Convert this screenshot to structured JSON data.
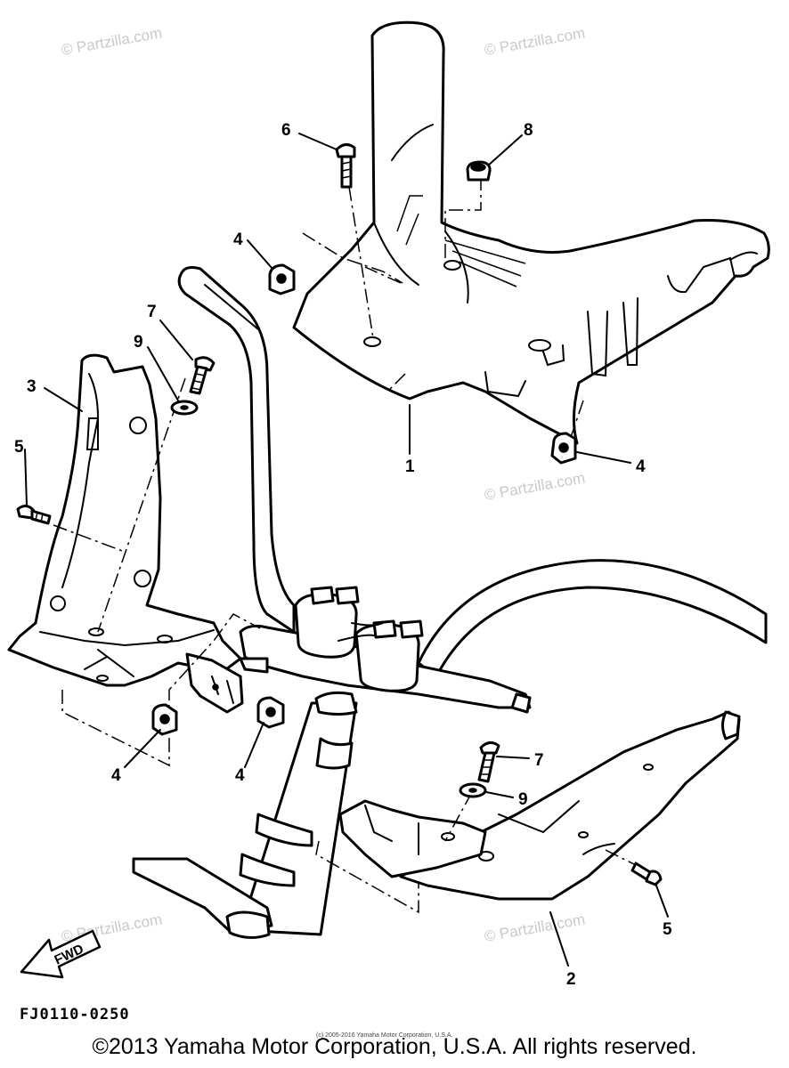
{
  "watermark": "© Partzilla.com",
  "callouts": [
    "6",
    "8",
    "4",
    "7",
    "9",
    "3",
    "5",
    "1",
    "4",
    "4",
    "4",
    "7",
    "9",
    "5",
    "2"
  ],
  "fwd_label": "FWD",
  "diagram_code": "FJ0110-0250",
  "small_copyright": "(c) 2005-2016 Yamaha Motor Corporation, U.S.A.",
  "copyright": "©2013 Yamaha Motor Corporation, U.S.A. All rights reserved."
}
